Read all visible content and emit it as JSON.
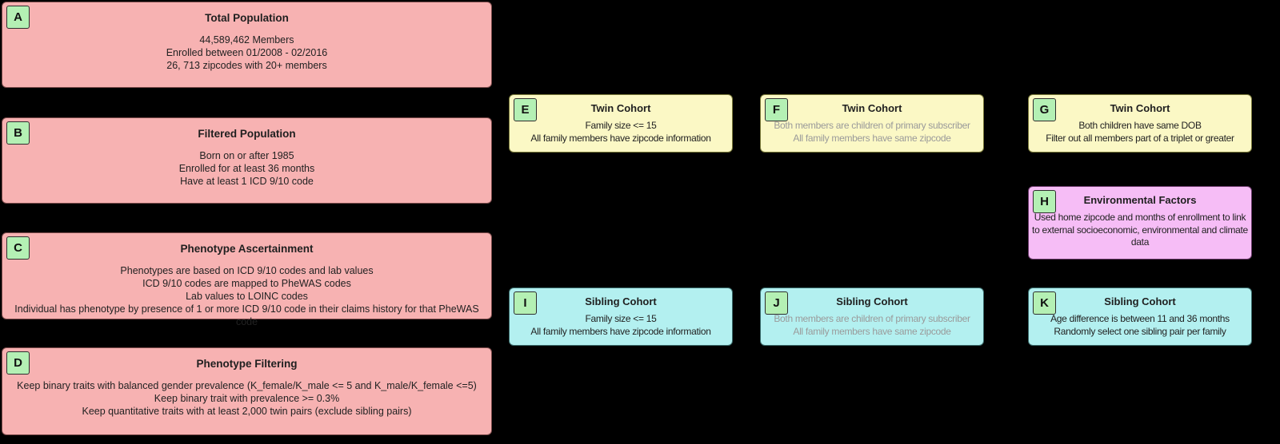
{
  "colors": {
    "background": "#000000",
    "population_node": "#f7b2b2",
    "twin_cohort_node": "#fbf8c5",
    "sibling_cohort_node": "#b3f0f0",
    "environment_node": "#f6bdf6",
    "letter_badge": "#b4f0b4",
    "muted_text": "#9a9a9a"
  },
  "nodes": {
    "A": {
      "label": "A",
      "title": "Total Population",
      "lines": [
        "44,589,462 Members",
        "Enrolled between 01/2008 - 02/2016",
        "26, 713 zipcodes with 20+ members"
      ]
    },
    "B": {
      "label": "B",
      "title": "Filtered Population",
      "lines": [
        "Born on or after 1985",
        "Enrolled for at least 36 months",
        "Have at least 1 ICD 9/10 code"
      ]
    },
    "C": {
      "label": "C",
      "title": "Phenotype Ascertainment",
      "lines": [
        "Phenotypes are based on ICD 9/10 codes and lab values",
        "ICD 9/10 codes are mapped to PheWAS codes",
        "Lab values to LOINC codes",
        "Individual has phenotype by presence of 1 or more ICD 9/10 code in their claims history for that PheWAS code"
      ]
    },
    "D": {
      "label": "D",
      "title": "Phenotype Filtering",
      "lines": [
        "Keep binary traits with balanced gender prevalence (K_female/K_male <= 5 and K_male/K_female <=5)",
        "Keep binary trait with prevalence >= 0.3%",
        "Keep quantitative traits with at least 2,000 twin pairs (exclude sibling pairs)"
      ]
    },
    "E": {
      "label": "E",
      "title": "Twin Cohort",
      "lines": [
        "Family size <= 15",
        "All family members have zipcode information"
      ]
    },
    "F": {
      "label": "F",
      "title": "Twin Cohort",
      "lines": [
        "Both members are children of primary subscriber",
        "All family members have same zipcode"
      ]
    },
    "G": {
      "label": "G",
      "title": "Twin Cohort",
      "lines": [
        "Both children have same DOB",
        "Filter out all members part of a triplet or greater"
      ]
    },
    "H": {
      "label": "H",
      "title": "Environmental Factors",
      "lines": [
        "Used home zipcode and months of enrollment to link to external socioeconomic, environmental and climate data"
      ]
    },
    "I": {
      "label": "I",
      "title": "Sibling Cohort",
      "lines": [
        "Family size <= 15",
        "All family members have zipcode information"
      ]
    },
    "J": {
      "label": "J",
      "title": "Sibling Cohort",
      "lines": [
        "Both members are children of primary subscriber",
        "All family members have same zipcode"
      ]
    },
    "K": {
      "label": "K",
      "title": "Sibling Cohort",
      "lines": [
        "Age difference is between 11 and 36 months",
        "Randomly select one sibling pair per family"
      ]
    }
  }
}
